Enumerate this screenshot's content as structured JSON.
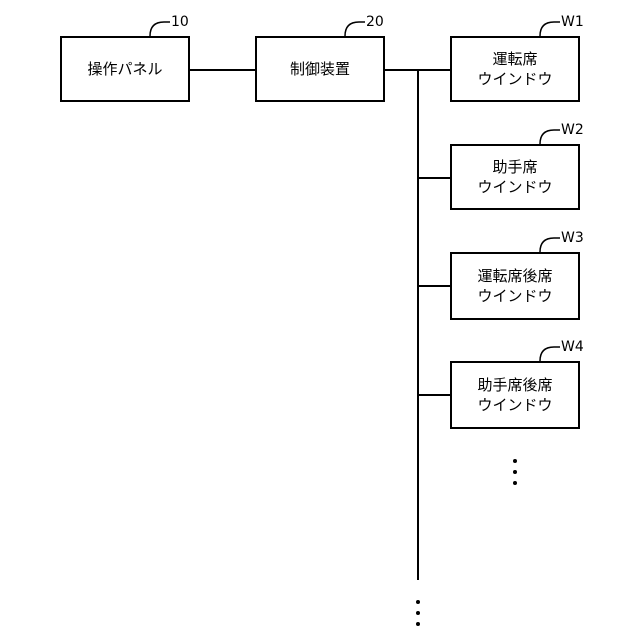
{
  "blocks": {
    "panel": {
      "ref": "10",
      "label": "操作パネル"
    },
    "control": {
      "ref": "20",
      "label": "制御装置"
    },
    "w1": {
      "ref": "W1",
      "line1": "運転席",
      "line2": "ウインドウ"
    },
    "w2": {
      "ref": "W2",
      "line1": "助手席",
      "line2": "ウインドウ"
    },
    "w3": {
      "ref": "W3",
      "line1": "運転席後席",
      "line2": "ウインドウ"
    },
    "w4": {
      "ref": "W4",
      "line1": "助手席後席",
      "line2": "ウインドウ"
    }
  }
}
